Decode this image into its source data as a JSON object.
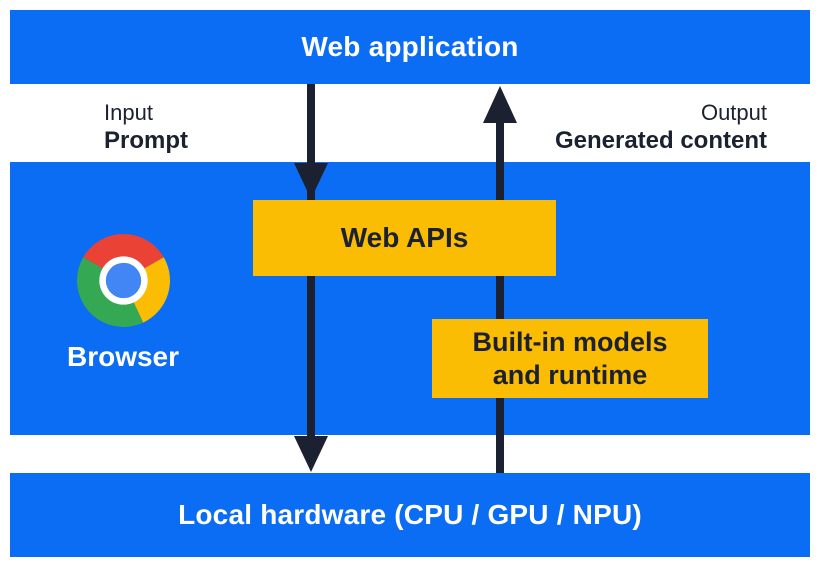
{
  "diagram": {
    "title_bar": {
      "label": "Web application"
    },
    "flow_labels": {
      "input_caption": "Input",
      "input_value": "Prompt",
      "output_caption": "Output",
      "output_value": "Generated content"
    },
    "browser_panel": {
      "browser_label": "Browser",
      "web_apis_box_label": "Web APIs",
      "models_box_line1": "Built-in models",
      "models_box_line2": "and runtime"
    },
    "hardware_bar": {
      "label": "Local hardware (CPU / GPU / NPU)"
    },
    "edges": [
      {
        "from": "Web application",
        "to": "Web APIs",
        "direction": "down",
        "label": "Input: Prompt"
      },
      {
        "from": "Web APIs",
        "to": "Local hardware (CPU / GPU / NPU)",
        "direction": "down"
      },
      {
        "from": "Local hardware (CPU / GPU / NPU)",
        "to": "Web application",
        "direction": "up",
        "via": "Built-in models and runtime",
        "label": "Output: Generated content"
      }
    ],
    "icons": {
      "browser_icon": "chrome-browser-icon"
    },
    "colors": {
      "panel_blue": "#0b6cf4",
      "box_yellow": "#fbbc04",
      "ink_navy": "#1b2130",
      "text_white": "#ffffff",
      "chrome_red": "#ea4335",
      "chrome_yellow": "#fbbc04",
      "chrome_green": "#34a853",
      "chrome_blue": "#4285f4"
    }
  }
}
